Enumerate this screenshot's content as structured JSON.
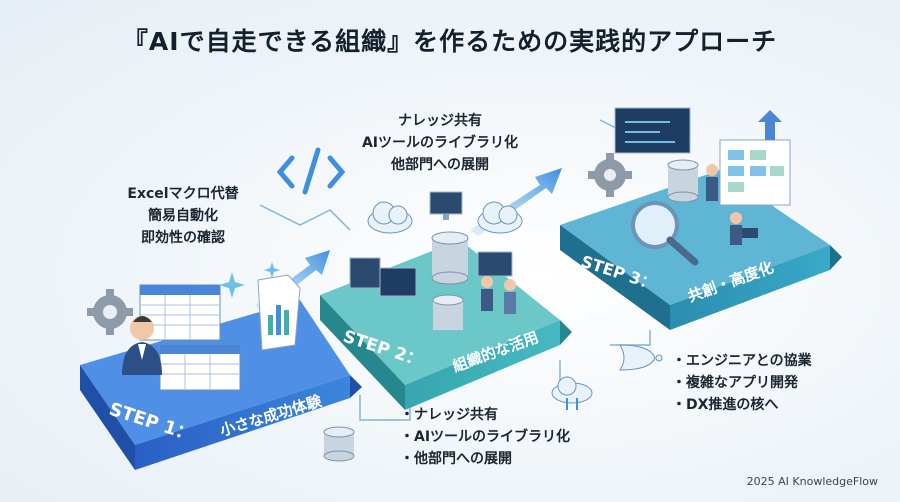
{
  "title": "『AIで自走できる組織』を作るための実践的アプローチ",
  "steps": [
    {
      "step": "STEP 1：",
      "name": "小さな成功体験",
      "notes": [
        "Excelマクロ代替",
        "簡易自動化",
        "即効性の確認"
      ]
    },
    {
      "step": "STEP 2：",
      "name": "組織的な活用",
      "notes": [
        "ナレッジ共有",
        "AIツールのライブラリ化",
        "他部門への展開"
      ],
      "notes_lower": [
        "ナレッジ共有",
        "AIツールのライブラリ化",
        "他部門への展開"
      ]
    },
    {
      "step": "STEP 3：",
      "name": "共創・高度化",
      "notes": [
        "エンジニアとの協業",
        "複雑なアプリ開発",
        "DX推進の核へ"
      ]
    }
  ],
  "footer": "2025 AI KnowledgeFlow",
  "colors": {
    "step1": "#2f6fd1",
    "step2": "#3aa3b8",
    "step3": "#2a8fb0",
    "accent": "#4aa0e0"
  }
}
